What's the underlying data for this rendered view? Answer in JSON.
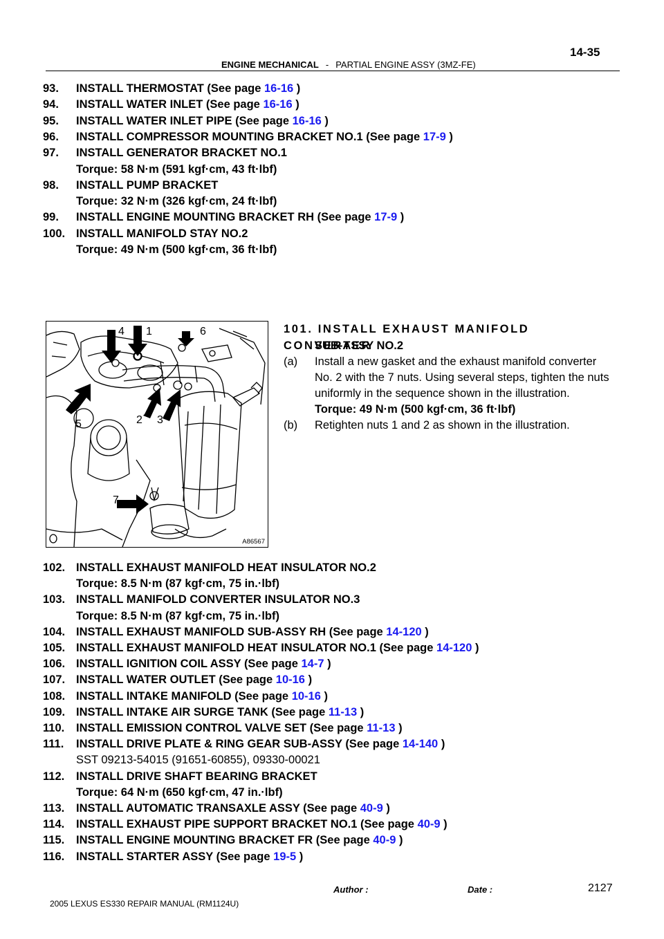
{
  "header": {
    "page_number": "14-35",
    "section": "ENGINE MECHANICAL",
    "dash": "-",
    "subsection": "PARTIAL ENGINE ASSY (3MZ-FE)"
  },
  "steps_top": [
    {
      "num": "93.",
      "text": "INSTALL THERMOSTAT (See page ",
      "link": "16-16",
      "tail": " )"
    },
    {
      "num": "94.",
      "text": "INSTALL WATER INLET (See page ",
      "link": "16-16",
      "tail": " )"
    },
    {
      "num": "95.",
      "text": "INSTALL WATER INLET PIPE (See page ",
      "link": "16-16",
      "tail": " )"
    },
    {
      "num": "96.",
      "text": "INSTALL COMPRESSOR MOUNTING BRACKET NO.1 (See page ",
      "link": "17-9",
      "tail": " )"
    },
    {
      "num": "97.",
      "text": "INSTALL GENERATOR BRACKET NO.1"
    },
    {
      "sub": "Torque: 58 N·m (591 kgf·cm, 43 ft·lbf)"
    },
    {
      "num": "98.",
      "text": "INSTALL PUMP BRACKET"
    },
    {
      "sub": "Torque: 32 N·m (326 kgf·cm, 24 ft·lbf)"
    },
    {
      "num": "99.",
      "text": "INSTALL ENGINE MOUNTING BRACKET RH (See page ",
      "link": "17-9",
      "tail": " )"
    },
    {
      "num": "100.",
      "text": "INSTALL MANIFOLD STAY NO.2"
    },
    {
      "sub": "Torque: 49 N·m (500 kgf·cm, 36 ft·lbf)"
    }
  ],
  "figure": {
    "code": "A86567",
    "labels": [
      "4",
      "1",
      "6",
      "5",
      "2",
      "3",
      "7"
    ]
  },
  "step101": {
    "title_line1": "101. INSTALL EXHAUST MANIFOLD CONVERTER",
    "title_line2": "SUB-ASSY  NO.2",
    "a_label": "(a)",
    "a_line1": "Install a new gasket and the exhaust manifold converter",
    "a_line2": "No. 2 with the 7 nuts. Using several steps, tighten the nuts",
    "a_line3": "uniformly in the sequence shown in the illustration.",
    "a_torque": "Torque: 49 N·m (500 kgf·cm, 36 ft·lbf)",
    "b_label": "(b)",
    "b_line1": "Retighten nuts 1 and 2 as shown in the illustration."
  },
  "steps_bottom": [
    {
      "num": "102.",
      "text": "INSTALL EXHAUST MANIFOLD HEAT INSULATOR NO.2"
    },
    {
      "sub": "Torque: 8.5 N·m (87 kgf·cm, 75 in.·lbf)"
    },
    {
      "num": "103.",
      "text": "INSTALL MANIFOLD CONVERTER INSULATOR NO.3"
    },
    {
      "sub": "Torque: 8.5 N·m (87 kgf·cm, 75 in.·lbf)"
    },
    {
      "num": "104.",
      "text": "INSTALL EXHAUST MANIFOLD SUB-ASSY RH (See page ",
      "link": "14-120",
      "tail": " )"
    },
    {
      "num": "105.",
      "text": "INSTALL EXHAUST MANIFOLD HEAT INSULATOR NO.1 (See page ",
      "link": "14-120",
      "tail": " )"
    },
    {
      "num": "106.",
      "text": "INSTALL IGNITION COIL ASSY (See page ",
      "link": "14-7",
      "tail": " )"
    },
    {
      "num": "107.",
      "text": "INSTALL WATER OUTLET (See page ",
      "link": "10-16",
      "tail": " )"
    },
    {
      "num": "108.",
      "text": "INSTALL INTAKE MANIFOLD (See page ",
      "link": "10-16",
      "tail": " )"
    },
    {
      "num": "109.",
      "text": "INSTALL INTAKE AIR SURGE TANK (See page ",
      "link": "11-13",
      "tail": " )"
    },
    {
      "num": "110.",
      "text": "INSTALL EMISSION CONTROL VALVE SET (See page ",
      "link": "11-13",
      "tail": " )"
    },
    {
      "num": "111.",
      "text": "INSTALL DRIVE PLATE & RING GEAR SUB-ASSY (See page ",
      "link": "14-140",
      "tail": " )"
    },
    {
      "subn": "SST    09213-54015   (91651-60855),   09330-00021"
    },
    {
      "num": "112.",
      "text": "INSTALL DRIVE SHAFT BEARING BRACKET"
    },
    {
      "sub": "Torque: 64 N·m (650 kgf·cm, 47 in.·lbf)"
    },
    {
      "num": "113.",
      "text": "INSTALL AUTOMATIC TRANSAXLE ASSY (See page ",
      "link": "40-9",
      "tail": " )"
    },
    {
      "num": "114.",
      "text": "INSTALL EXHAUST PIPE SUPPORT BRACKET NO.1 (See page ",
      "link": "40-9",
      "tail": " )"
    },
    {
      "num": "115.",
      "text": "INSTALL ENGINE MOUNTING BRACKET FR (See page ",
      "link": "40-9",
      "tail": " )"
    },
    {
      "num": "116.",
      "text": "INSTALL STARTER ASSY (See page ",
      "link": "19-5",
      "tail": " )"
    }
  ],
  "footer": {
    "manual": "2005 LEXUS ES330 REPAIR MANUAL   (RM1124U)",
    "author": "Author :",
    "date": "Date :",
    "page": "2127"
  },
  "colors": {
    "link": "#1a1af0"
  }
}
